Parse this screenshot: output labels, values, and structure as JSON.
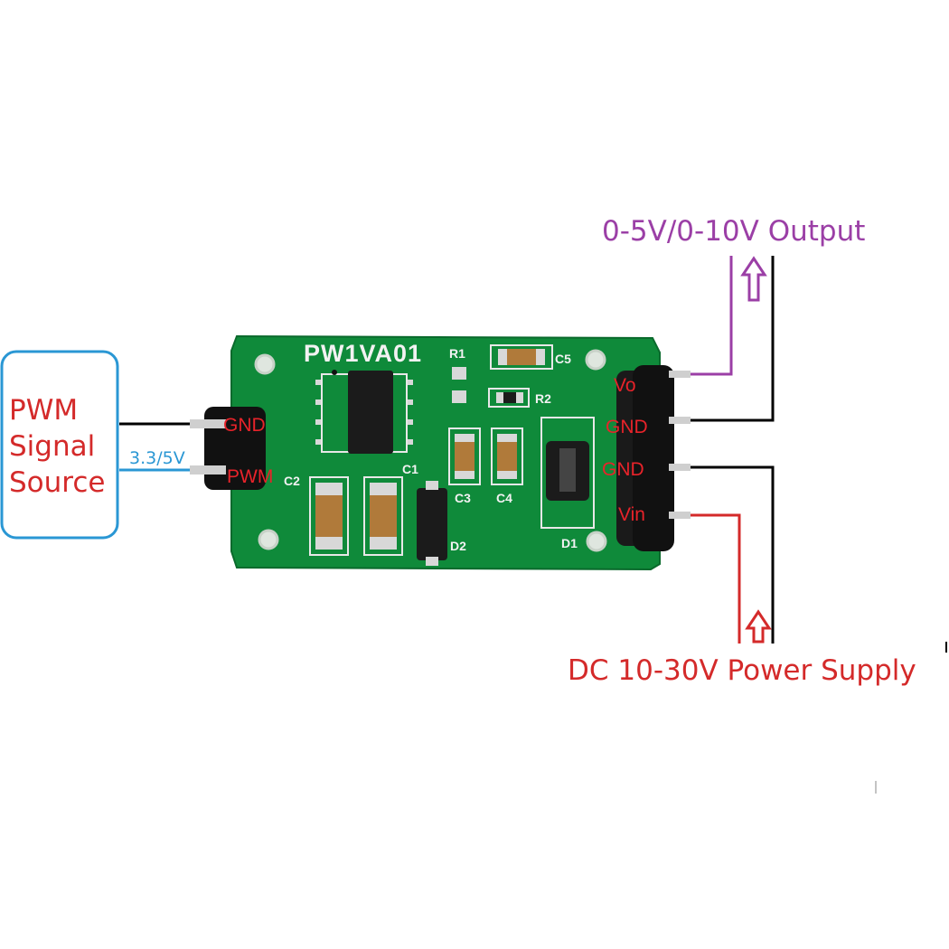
{
  "source_box": {
    "title_lines": [
      "PWM",
      "Signal",
      "Source"
    ]
  },
  "input_voltage": "3.3/5V",
  "board": {
    "model": "PW1VA01",
    "silkscreen": {
      "r1": "R1",
      "r2": "R2",
      "c1": "C1",
      "c2": "C2",
      "c3": "C3",
      "c4": "C4",
      "c5": "C5",
      "d1": "D1",
      "d2": "D2"
    }
  },
  "left_pins": {
    "gnd": "GND",
    "pwm": "PWM"
  },
  "right_pins": {
    "vo": "Vo",
    "gnd1": "GND",
    "gnd2": "GND",
    "vin": "Vin"
  },
  "output_label": "0-5V/0-10V Output",
  "power_label": "DC 10-30V Power Supply",
  "colors": {
    "pcb": "#0f8a3a",
    "output_wire": "#9b3fa6",
    "power_wire": "#d42a2a",
    "source_box": "#2a97d4",
    "pin_text": "#e8232a"
  }
}
